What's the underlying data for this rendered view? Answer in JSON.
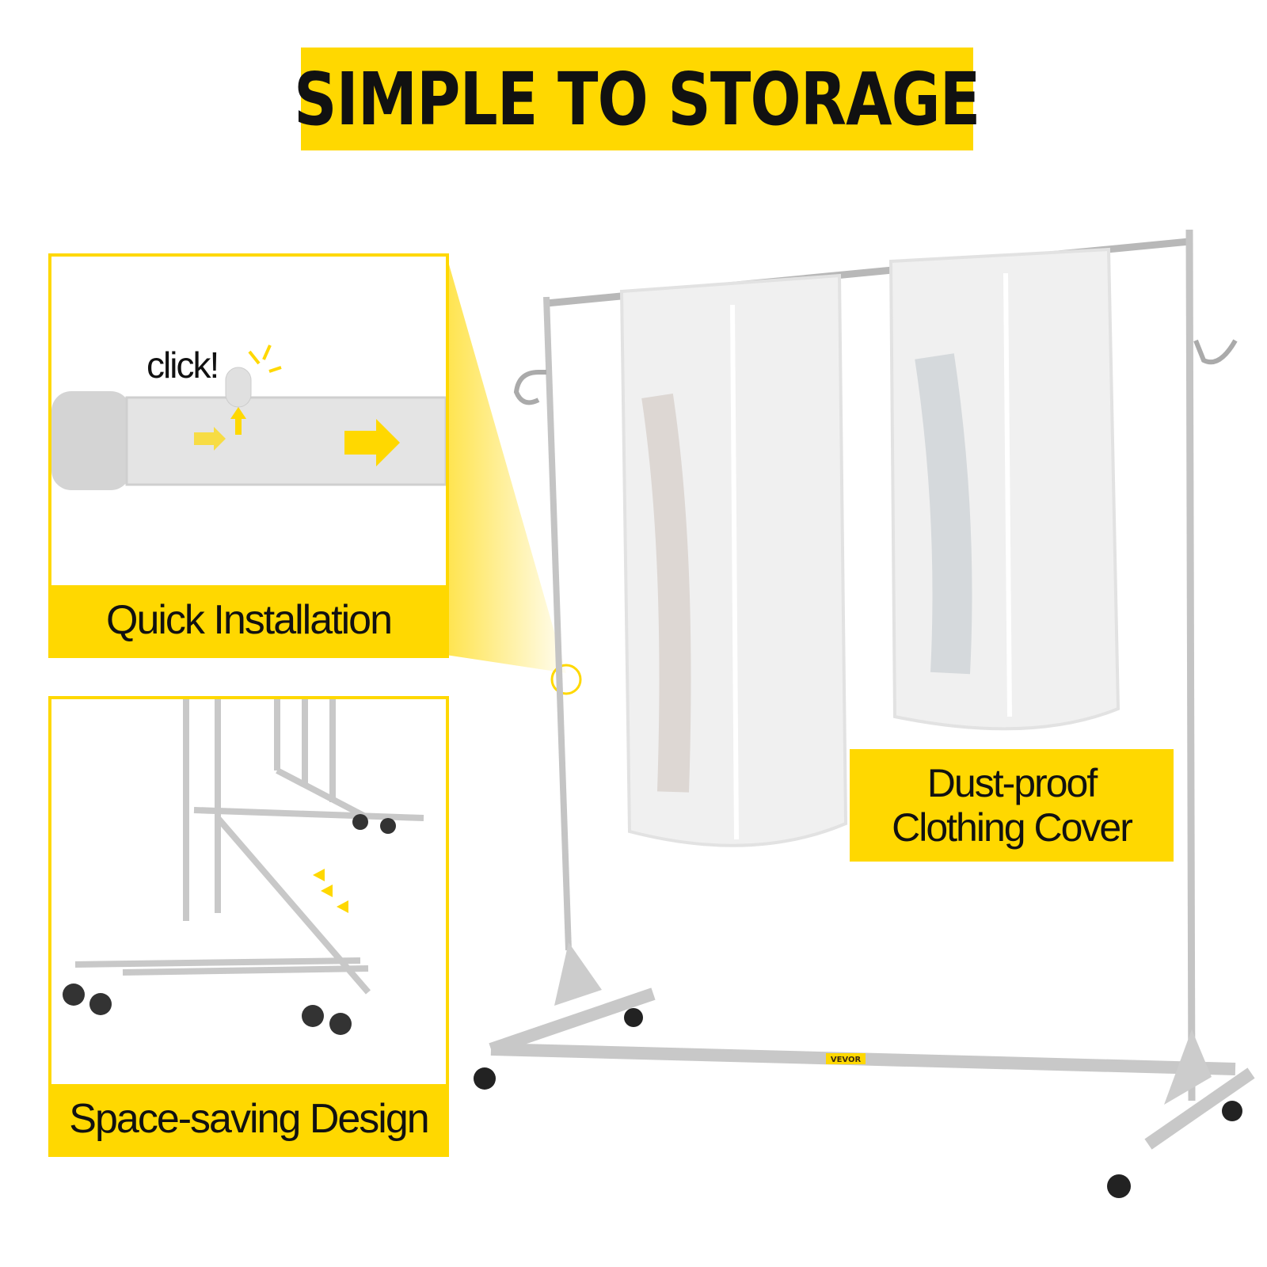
{
  "title": "SIMPLE TO STORAGE",
  "panels": {
    "quick_installation": {
      "caption": "Quick Installation",
      "click_label": "click!"
    },
    "space_saving": {
      "caption": "Space-saving Design"
    }
  },
  "dust_proof": {
    "line1": "Dust-proof",
    "line2": "Clothing Cover"
  },
  "brand": "VEVOR",
  "colors": {
    "accent": "#ffd800",
    "metal": "#c8c8c8"
  }
}
